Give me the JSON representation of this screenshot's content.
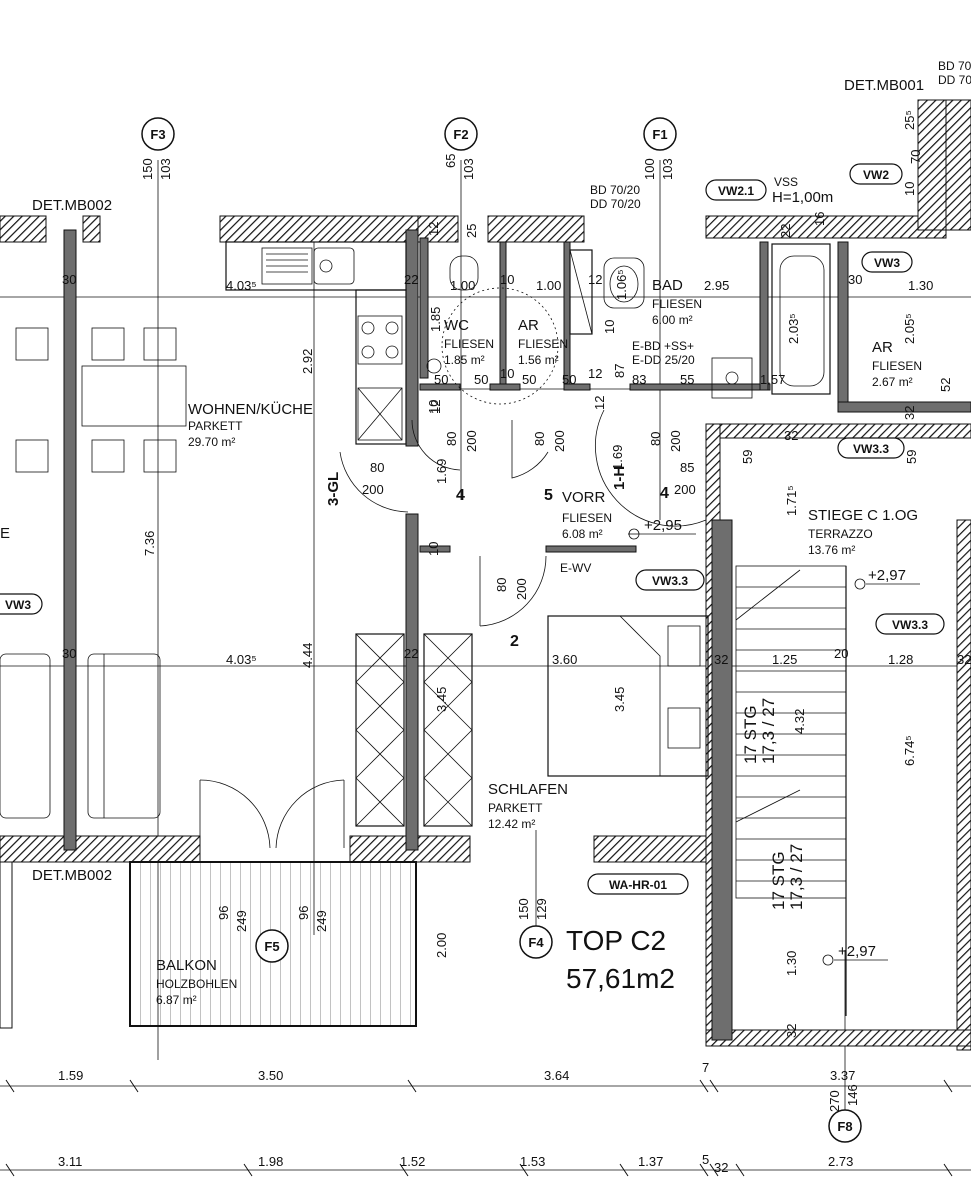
{
  "axes": [
    {
      "id": "F3",
      "dims": [
        "150",
        "103"
      ]
    },
    {
      "id": "F2",
      "dims": [
        "65",
        "103"
      ]
    },
    {
      "id": "F1",
      "dims": [
        "100",
        "103"
      ]
    },
    {
      "id": "F5",
      "dims": [
        "96",
        "249",
        "96",
        "249"
      ]
    },
    {
      "id": "F4",
      "dims": [
        "150",
        "129"
      ]
    },
    {
      "id": "F8",
      "dims": [
        "270",
        "146"
      ]
    }
  ],
  "details": {
    "det_mb002_top": "DET.MB002",
    "det_mb002_bottom": "DET.MB002",
    "det_mb001": "DET.MB001",
    "bd_top": "BD 70/20",
    "dd_top": "DD 70/20",
    "bd_right": "BD 70",
    "dd_right": "DD 70",
    "vss": "VSS",
    "vss_h": "H=1,00m",
    "e_bd": "E-BD +SS+",
    "e_dd": "E-DD 25/20",
    "e_wv": "E-WV",
    "gl": "3-GL",
    "lh": "1-H"
  },
  "tags": [
    "VW2.1",
    "VW2",
    "VW3",
    "VW3.3",
    "VW3.3",
    "VW3.3",
    "VW3",
    "WA-HR-01"
  ],
  "rooms": [
    {
      "name": "WOHNEN/KÜCHE",
      "floor": "PARKETT",
      "area": "29.70 m²"
    },
    {
      "name": "WC",
      "floor": "FLIESEN",
      "area": "1.85 m²"
    },
    {
      "name": "AR",
      "floor": "FLIESEN",
      "area": "1.56 m²"
    },
    {
      "name": "BAD",
      "extra": "2.95",
      "floor": "FLIESEN",
      "area": "6.00 m²"
    },
    {
      "name": "AR",
      "floor": "FLIESEN",
      "area": "2.67 m²"
    },
    {
      "name": "VORR",
      "floor": "FLIESEN",
      "area": "6.08 m²"
    },
    {
      "name": "STIEGE C 1.OG",
      "floor": "TERRAZZO",
      "area": "13.76 m²"
    },
    {
      "name": "SCHLAFEN",
      "floor": "PARKETT",
      "area": "12.42 m²"
    },
    {
      "name": "BALKON",
      "floor": "HOLZBOHLEN",
      "area": "6.87 m²"
    },
    {
      "name": "E"
    }
  ],
  "top_label": "TOP C2",
  "top_area": "57,61m2",
  "levels": [
    "+2,95",
    "+2,97",
    "+2,97"
  ],
  "stairs": [
    "17 STG",
    "17,3 / 27",
    "17 STG",
    "17,3 / 27"
  ],
  "door_numbers": [
    "4",
    "5",
    "4",
    "2"
  ],
  "dims": {
    "d4035a": "4.03⁵",
    "d292": "2.92",
    "d736": "7.36",
    "d4035b": "4.03⁵",
    "d444": "4.44",
    "d22a": "22",
    "d22b": "22",
    "d30a": "30",
    "d30b": "30",
    "d185": "1.85",
    "d100a": "1.00",
    "d10a": "10",
    "d100b": "1.00",
    "d12a": "12",
    "d12b": "12",
    "d106": "1.06⁵",
    "d10b": "10",
    "d2035": "2.03⁵",
    "d30c": "30",
    "d130": "1.30",
    "d2055": "2.05⁵",
    "d52": "52",
    "d50a": "50",
    "d50b": "50",
    "d10c": "10",
    "d50c": "50",
    "d50d": "50",
    "d12c": "12",
    "d87": "87",
    "d83": "83",
    "d55": "55",
    "d157": "1.57",
    "d12d": "12",
    "d80a": "80",
    "d200a": "200",
    "d80b": "80",
    "d200b": "200",
    "d80c": "80",
    "d200c": "200",
    "d169a": "1.69",
    "d169b": "1.69",
    "d80d": "80",
    "d200d": "200",
    "d85": "85",
    "d200e": "200",
    "d59a": "59",
    "d32a": "32",
    "d59b": "59",
    "d32b": "32",
    "d1715": "1.71⁵",
    "d80e": "80",
    "d200f": "200",
    "d10d": "10",
    "d10e": "10",
    "d360": "3.60",
    "d345a": "3.45",
    "d345b": "3.45",
    "d32c": "32",
    "d125": "1.25",
    "d20": "20",
    "d128": "1.28",
    "d32d": "32",
    "d432": "4.32",
    "d6745": "6.74⁵",
    "d200g": "2.00",
    "d130b": "1.30",
    "d32e": "32",
    "d255": "25⁵",
    "d70": "70",
    "d10f": "10",
    "d22c": "22",
    "d25": "25",
    "d16": "16",
    "d12e": "12",
    "b159": "1.59",
    "b350": "3.50",
    "b364": "3.64",
    "b7": "7",
    "b337": "3.37",
    "c311": "3.11",
    "c198": "1.98",
    "c152": "1.52",
    "c153": "1.53",
    "c137": "1.37",
    "c5": "5",
    "c32": "32",
    "c273": "2.73"
  }
}
